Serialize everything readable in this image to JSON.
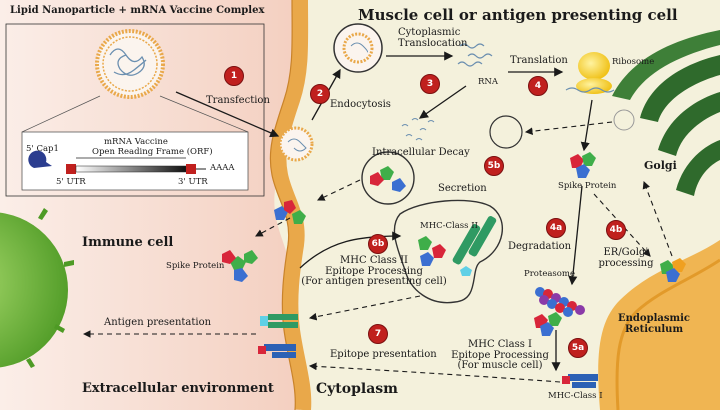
{
  "titles": {
    "complex": "Lipid Nanoparticle + mRNA Vaccine Complex",
    "cell": "Muscle cell or antigen presenting cell",
    "immune": "Immune cell",
    "extracellular": "Extracellular environment",
    "cytoplasm": "Cytoplasm"
  },
  "inset": {
    "mrna": "mRNA Vaccine",
    "cap": "5' Cap1",
    "orf": "Open Reading Frame (ORF)",
    "utr5": "5' UTR",
    "utr3": "3' UTR",
    "polya": "AAAA"
  },
  "steps": [
    "1",
    "2",
    "3",
    "4",
    "5b",
    "4a",
    "4b",
    "6b",
    "7",
    "5a"
  ],
  "labels": {
    "transfection": "Transfection",
    "endocytosis": "Endocytosis",
    "translocation": "Cytoplasmic\nTranslocation",
    "rna": "RNA",
    "translation": "Translation",
    "ribosome": "Ribosome",
    "decay": "Intracellular Decay",
    "secretion": "Secretion",
    "golgi": "Golgi",
    "spike_inner": "Spike Protein",
    "spike_outer": "Spike Protein",
    "mhc2": "MHC-Class II",
    "mhc2_process": "MHC Class II\nEpitope Processing\n(For antigen presenting cell)",
    "degradation": "Degradation",
    "er_golgi": "ER/Golgi\nprocessing",
    "proteasome": "Proteasome",
    "er": "Endoplasmic\nReticulum",
    "antigen_presentation": "Antigen presentation",
    "epitope_presentation": "Epitope presentation",
    "mhc1_process": "MHC Class I\nEpitope Processing\n(For muscle cell)",
    "mhc1": "MHC-Class I"
  },
  "colors": {
    "step": "#c0201e",
    "membrane": "#e9a84a",
    "cytoplasm_bg": "#f4f1dc",
    "extracellular_bg": "#f6dcd2",
    "immune_cell": "#6fb43a",
    "golgi": "#2f6a2c",
    "er": "#f0b552",
    "protein_green": "#3fae49",
    "protein_red": "#d8263a",
    "protein_blue": "#3b6fd1",
    "mhc_green": "#2f9a63",
    "mhc_blue": "#2c61b5"
  }
}
